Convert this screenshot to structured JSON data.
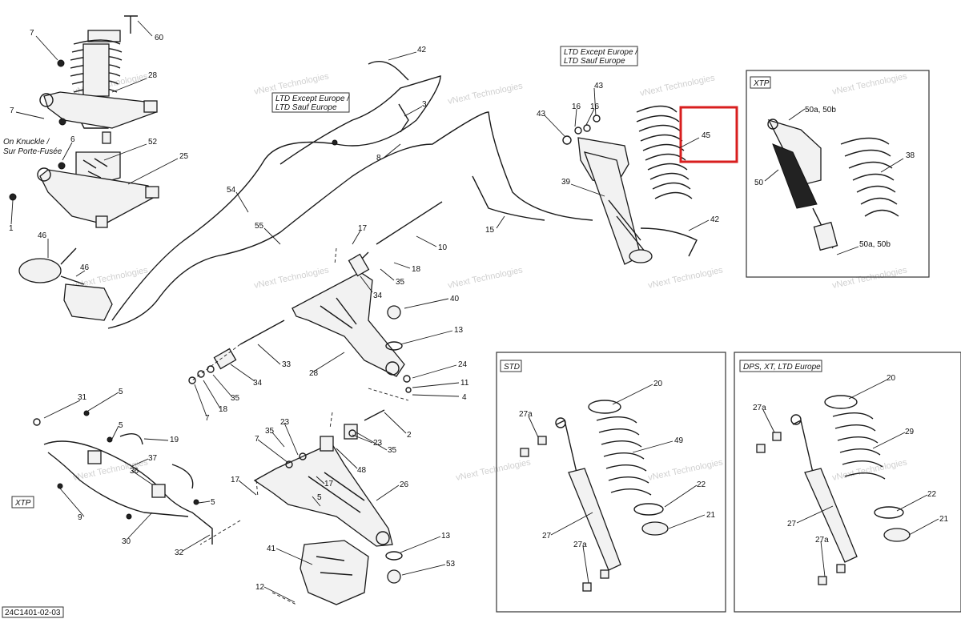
{
  "diagram_code": "24C1401-02-03",
  "watermark": "vNext Technologies",
  "notes": {
    "ltd_top": [
      "LTD Except Europe /",
      "LTD Sauf Europe"
    ],
    "ltd_mid": [
      "LTD Except Europe /",
      "LTD Sauf Europe"
    ],
    "knuckle": [
      "On Knuckle /",
      "Sur Porte-Fusée"
    ]
  },
  "panels": {
    "xtp_right": "XTP",
    "std": "STD",
    "dps": "DPS, XT, LTD Europe",
    "xtp_left": "XTP"
  },
  "highlight": {
    "color": "#d81e1e",
    "part": "45"
  },
  "labels": [
    {
      "id": "l60",
      "text": "60"
    },
    {
      "id": "l7a",
      "text": "7"
    },
    {
      "id": "l28a",
      "text": "28"
    },
    {
      "id": "l7b",
      "text": "7"
    },
    {
      "id": "l6",
      "text": "6"
    },
    {
      "id": "l52",
      "text": "52"
    },
    {
      "id": "l25",
      "text": "25"
    },
    {
      "id": "l1",
      "text": "1"
    },
    {
      "id": "l46a",
      "text": "46"
    },
    {
      "id": "l46b",
      "text": "46"
    },
    {
      "id": "l42a",
      "text": "42"
    },
    {
      "id": "l3",
      "text": "3"
    },
    {
      "id": "l8",
      "text": "8"
    },
    {
      "id": "l54",
      "text": "54"
    },
    {
      "id": "l55",
      "text": "55"
    },
    {
      "id": "l43a",
      "text": "43"
    },
    {
      "id": "l43b",
      "text": "43"
    },
    {
      "id": "l16a",
      "text": "16"
    },
    {
      "id": "l16b",
      "text": "16"
    },
    {
      "id": "l39",
      "text": "39"
    },
    {
      "id": "l45",
      "text": "45"
    },
    {
      "id": "l42b",
      "text": "42"
    },
    {
      "id": "l15",
      "text": "15"
    },
    {
      "id": "l50ab1",
      "text": "50a, 50b"
    },
    {
      "id": "l38",
      "text": "38"
    },
    {
      "id": "l50",
      "text": "50"
    },
    {
      "id": "l50ab2",
      "text": "50a, 50b"
    },
    {
      "id": "l17a",
      "text": "17"
    },
    {
      "id": "l10",
      "text": "10"
    },
    {
      "id": "l18a",
      "text": "18"
    },
    {
      "id": "l35a",
      "text": "35"
    },
    {
      "id": "l34a",
      "text": "34"
    },
    {
      "id": "l40",
      "text": "40"
    },
    {
      "id": "l13a",
      "text": "13"
    },
    {
      "id": "l33",
      "text": "33"
    },
    {
      "id": "l28b",
      "text": "28"
    },
    {
      "id": "l24",
      "text": "24"
    },
    {
      "id": "l11",
      "text": "11"
    },
    {
      "id": "l4",
      "text": "4"
    },
    {
      "id": "l34b",
      "text": "34"
    },
    {
      "id": "l35b",
      "text": "35"
    },
    {
      "id": "l18b",
      "text": "18"
    },
    {
      "id": "l7c",
      "text": "7"
    },
    {
      "id": "l31",
      "text": "31"
    },
    {
      "id": "l5a",
      "text": "5"
    },
    {
      "id": "l5b",
      "text": "5"
    },
    {
      "id": "l19",
      "text": "19"
    },
    {
      "id": "l37",
      "text": "37"
    },
    {
      "id": "l36",
      "text": "36"
    },
    {
      "id": "l5c",
      "text": "5"
    },
    {
      "id": "l9",
      "text": "9"
    },
    {
      "id": "l30",
      "text": "30"
    },
    {
      "id": "l32",
      "text": "32"
    },
    {
      "id": "l2",
      "text": "2"
    },
    {
      "id": "l23a",
      "text": "23"
    },
    {
      "id": "l35c",
      "text": "35"
    },
    {
      "id": "l7d",
      "text": "7"
    },
    {
      "id": "l23b",
      "text": "23"
    },
    {
      "id": "l35d",
      "text": "35"
    },
    {
      "id": "l48",
      "text": "48"
    },
    {
      "id": "l17b",
      "text": "17"
    },
    {
      "id": "l17c",
      "text": "17"
    },
    {
      "id": "l5d",
      "text": "5"
    },
    {
      "id": "l26",
      "text": "26"
    },
    {
      "id": "l13b",
      "text": "13"
    },
    {
      "id": "l53",
      "text": "53"
    },
    {
      "id": "l41",
      "text": "41"
    },
    {
      "id": "l12",
      "text": "12"
    },
    {
      "id": "l20a",
      "text": "20"
    },
    {
      "id": "l27a1",
      "text": "27a"
    },
    {
      "id": "l49",
      "text": "49"
    },
    {
      "id": "l22a",
      "text": "22"
    },
    {
      "id": "l21a",
      "text": "21"
    },
    {
      "id": "l27a",
      "text": "27"
    },
    {
      "id": "l27a2",
      "text": "27a"
    },
    {
      "id": "l20b",
      "text": "20"
    },
    {
      "id": "l27a3",
      "text": "27a"
    },
    {
      "id": "l29",
      "text": "29"
    },
    {
      "id": "l22b",
      "text": "22"
    },
    {
      "id": "l21b",
      "text": "21"
    },
    {
      "id": "l27b",
      "text": "27"
    },
    {
      "id": "l27a4",
      "text": "27a"
    }
  ]
}
